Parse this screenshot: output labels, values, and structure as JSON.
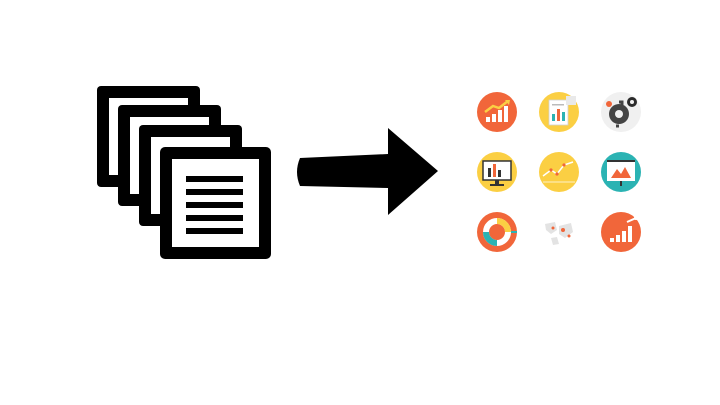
{
  "diagram": {
    "source": {
      "icon": "document-stack-icon",
      "page_count": 4,
      "color": "#000000"
    },
    "connector": {
      "icon": "right-arrow-icon",
      "color": "#000000"
    },
    "targets": {
      "rows": 3,
      "cols": 3,
      "icons": [
        "growth-chart-icon",
        "report-document-icon",
        "gear-settings-icon",
        "monitor-bar-chart-icon",
        "line-graph-icon",
        "presentation-screen-icon",
        "donut-chart-icon",
        "world-map-icon",
        "rising-bar-chart-icon"
      ]
    },
    "colors": {
      "orange": "#f1663a",
      "yellow": "#fbcf43",
      "teal": "#2bb3b3",
      "light_gray": "#e9e9e9",
      "ink": "#000000"
    }
  }
}
